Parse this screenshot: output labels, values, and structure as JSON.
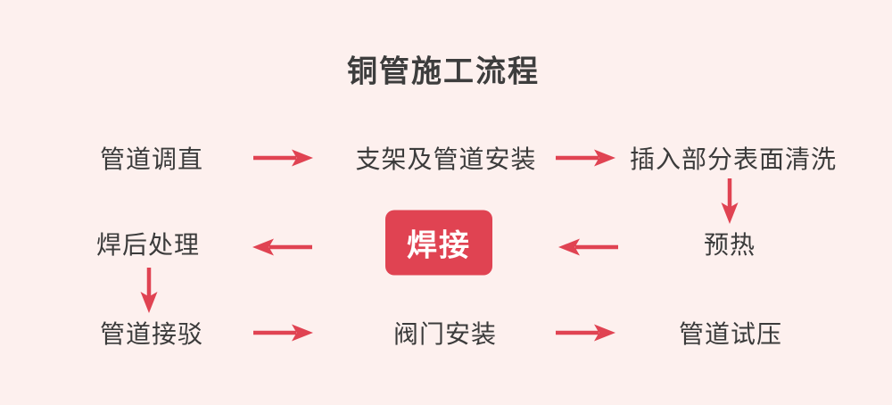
{
  "title": "铜管施工流程",
  "colors": {
    "background": "#fdf0ee",
    "accent": "#e04352",
    "text": "#3b3b3b",
    "highlight_text": "#ffffff"
  },
  "flow": {
    "nodes": [
      {
        "id": "pipe-straightening",
        "label": "管道调直",
        "highlight": false
      },
      {
        "id": "bracket-pipe-install",
        "label": "支架及管道安装",
        "highlight": false
      },
      {
        "id": "insert-surface-cleaning",
        "label": "插入部分表面清洗",
        "highlight": false
      },
      {
        "id": "preheat",
        "label": "预热",
        "highlight": false
      },
      {
        "id": "welding",
        "label": "焊接",
        "highlight": true
      },
      {
        "id": "post-weld-treatment",
        "label": "焊后处理",
        "highlight": false
      },
      {
        "id": "pipe-connection",
        "label": "管道接驳",
        "highlight": false
      },
      {
        "id": "valve-install",
        "label": "阀门安装",
        "highlight": false
      },
      {
        "id": "pipe-pressure-test",
        "label": "管道试压",
        "highlight": false
      }
    ],
    "edges": [
      {
        "from": "管道调直",
        "to": "支架及管道安装",
        "direction": "right"
      },
      {
        "from": "支架及管道安装",
        "to": "插入部分表面清洗",
        "direction": "right"
      },
      {
        "from": "插入部分表面清洗",
        "to": "预热",
        "direction": "down"
      },
      {
        "from": "预热",
        "to": "焊接",
        "direction": "left"
      },
      {
        "from": "焊接",
        "to": "焊后处理",
        "direction": "left"
      },
      {
        "from": "焊后处理",
        "to": "管道接驳",
        "direction": "down"
      },
      {
        "from": "管道接驳",
        "to": "阀门安装",
        "direction": "right"
      },
      {
        "from": "阀门安装",
        "to": "管道试压",
        "direction": "right"
      }
    ]
  }
}
